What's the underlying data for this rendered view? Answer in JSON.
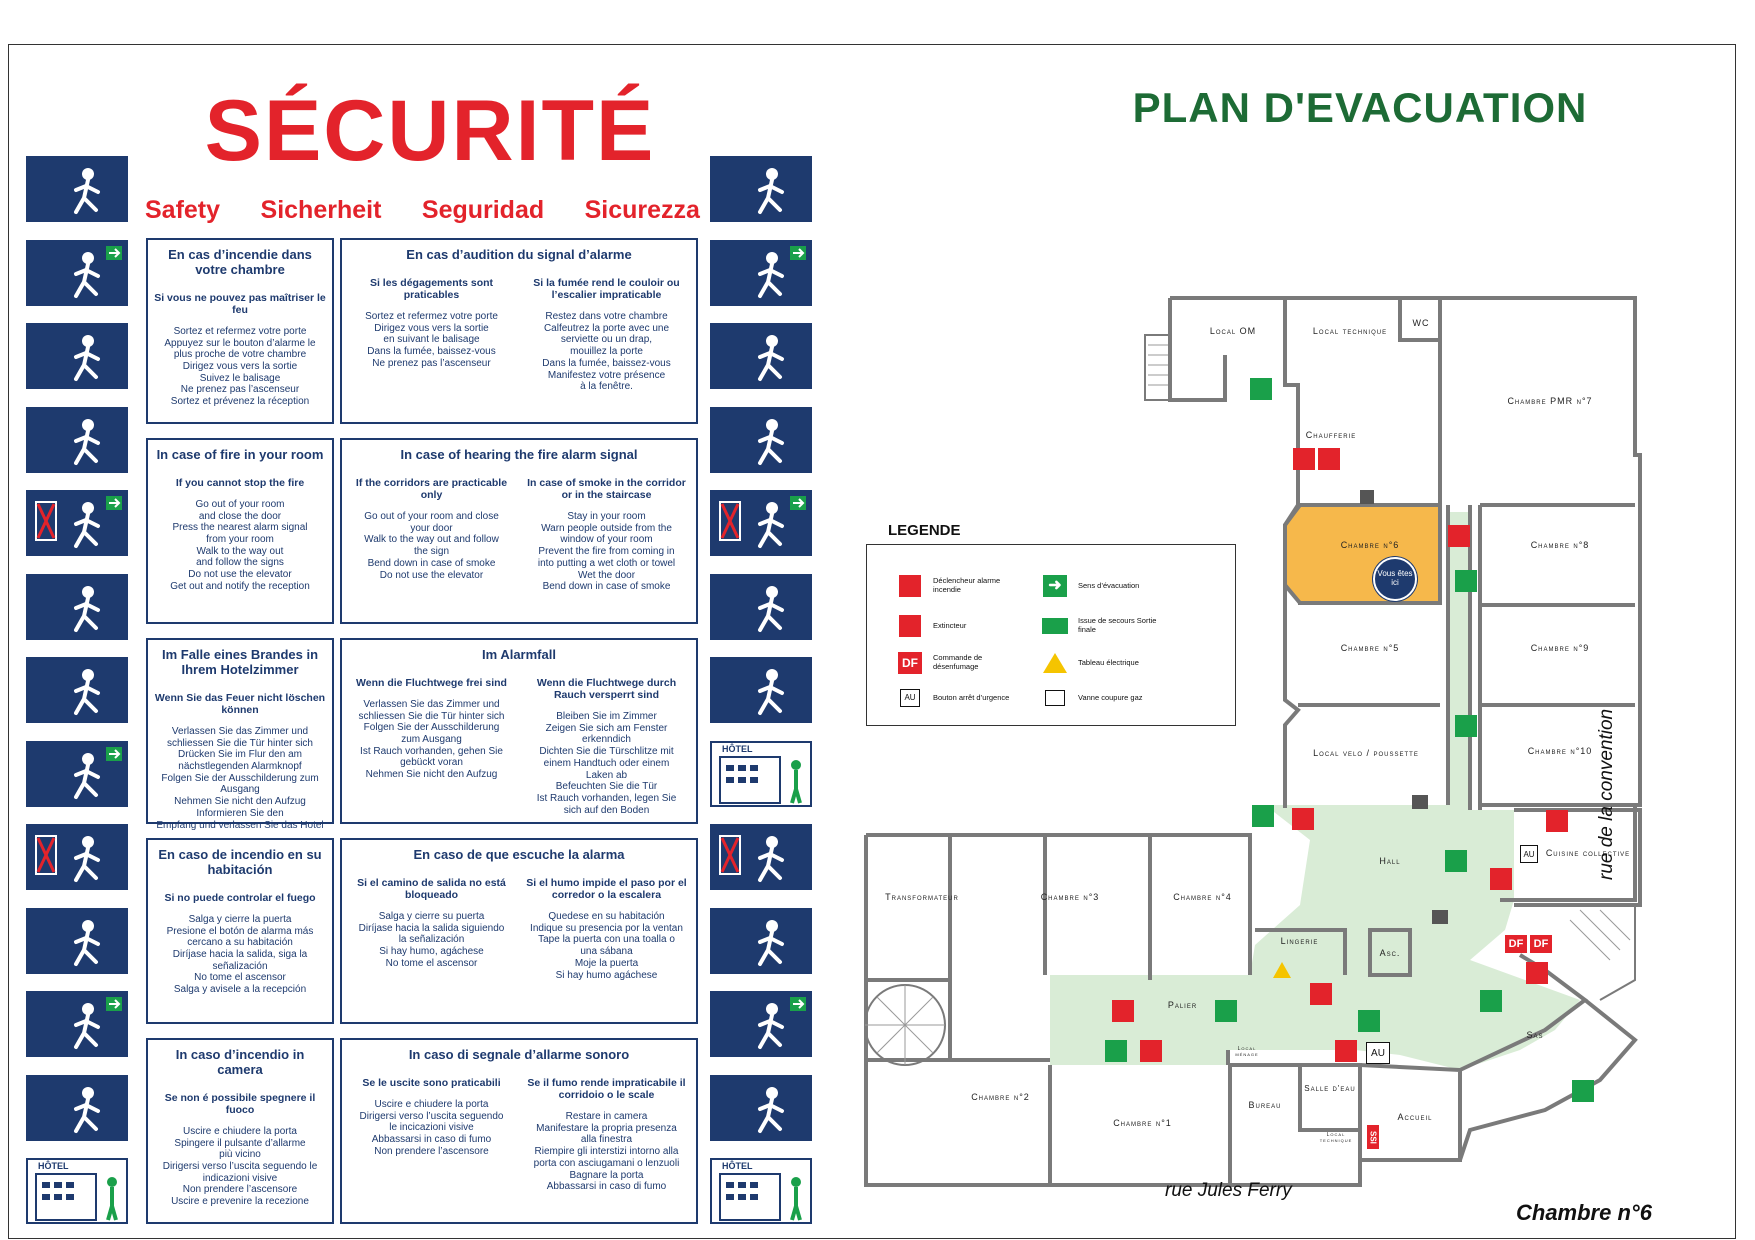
{
  "poster": {
    "title": "SÉCURITÉ",
    "languages": [
      "Safety",
      "Sicherheit",
      "Seguridad",
      "Sicurezza"
    ],
    "panels": [
      {
        "fire_title": "En cas d’incendie\ndans votre chambre",
        "fire_sub": "Si vous ne pouvez pas\nmaîtriser le feu",
        "fire_text": "Sortez et refermez votre porte\nAppuyez sur le bouton d’alarme le\nplus proche de votre chambre\nDirigez vous vers la sortie\nSuivez le balisage\nNe prenez pas l’ascenseur\nSortez et prévenez la réception",
        "alarm_title": "En cas d’audition du signal d’alarme",
        "col1_sub": "Si les dégagements\nsont praticables",
        "col1_text": "Sortez et refermez votre porte\nDirigez vous vers la sortie\nen suivant le balisage\nDans la fumée, baissez-vous\nNe prenez pas l’ascenseur",
        "col2_sub": "Si la fumée rend le couloir\nou l’escalier impraticable",
        "col2_text": "Restez dans votre chambre\nCalfeutrez la porte avec une\nserviette ou un drap,\nmouillez la porte\nDans la fumée, baissez-vous\nManifestez votre présence\nà la fenêtre."
      },
      {
        "fire_title": "In case of fire in your\nroom",
        "fire_sub": "If you cannot stop the fire",
        "fire_text": "Go out of your room\nand close the door\nPress the nearest alarm signal\nfrom your room\nWalk to the way out\nand follow the signs\nDo not use the elevator\nGet out and notify the reception",
        "alarm_title": "In case of hearing the fire alarm signal",
        "col1_sub": "If the corridors are\npracticable only",
        "col1_text": "Go out of your room and close\nyour door\nWalk to the way out and follow\nthe sign\nBend down in case of smoke\nDo not use the elevator",
        "col2_sub": "In case of smoke in the\ncorridor or in the staircase",
        "col2_text": "Stay in your room\nWarn people outside from the\nwindow of your room\nPrevent the fire from coming in\ninto putting a wet cloth or towel\nWet the door\nBend down in case of smoke"
      },
      {
        "fire_title": "Im Falle eines Brandes\nin Ihrem Hotelzimmer",
        "fire_sub": "Wenn Sie das Feuer nicht\nlöschen können",
        "fire_text": "Verlassen Sie das Zimmer und\nschliessen Sie die Tür hinter sich\nDrücken Sie im Flur den am\nnächstlegenden Alarmknopf\nFolgen Sie der Ausschilderung zum\nAusgang\nNehmen Sie nicht den Aufzug\nInformieren Sie den\nEmpfang und verlassen Sie das Hotel",
        "alarm_title": "Im Alarmfall",
        "col1_sub": "Wenn die Fluchtwege\nfrei sind",
        "col1_text": "Verlassen Sie das Zimmer und\nschliessen Sie die Tür hinter sich\nFolgen Sie der Ausschilderung\nzum Ausgang\nIst Rauch vorhanden, gehen Sie\ngebückt voran\nNehmen Sie nicht den Aufzug",
        "col2_sub": "Wenn die Fluchtwege durch\nRauch versperrt sind",
        "col2_text": "Bleiben Sie im Zimmer\nZeigen Sie sich am Fenster\nerkenndich\nDichten Sie die Türschlitze mit\neinem Handtuch oder einem\nLaken ab\nBefeuchten Sie die Tür\nIst Rauch vorhanden, legen Sie\nsich auf den Boden"
      },
      {
        "fire_title": "En caso de incendio en\nsu habitación",
        "fire_sub": "Si no puede controlar el fuego",
        "fire_text": "Salga y cierre la puerta\nPresione el botón de alarma más\ncercano a su habitación\nDiríjase hacia la salida, siga la\nseñalización\nNo tome el ascensor\nSalga y avisele a la recepción",
        "alarm_title": "En caso de que escuche la alarma",
        "col1_sub": "Si el camino de salida no\nestá bloqueado",
        "col1_text": "Salga y cierre su puerta\nDiríjase hacia la salida siguiendo\nla señalización\nSi hay humo, agáchese\nNo tome el ascensor",
        "col2_sub": "Si el humo impide el paso\npor el corredor o la escalera",
        "col2_text": "Quedese en su habitación\nIndique su presencia por la ventan\nTape la puerta con una toalla o\nuna sábana\nMoje la puerta\nSi hay humo agáchese"
      },
      {
        "fire_title": "In caso\nd’incendio in camera",
        "fire_sub": "Se non é possibile spegnere\nil fuoco",
        "fire_text": "Uscire e chiudere la porta\nSpingere il pulsante d’allarme\npiù vicino\nDirigersi verso l’uscita seguendo le\nindicazioni visive\nNon prendere l’ascensore\nUscire e prevenire la recezione",
        "alarm_title": "In caso di segnale d’allarme sonoro",
        "col1_sub": "Se le uscite sono\npraticabili",
        "col1_text": "Uscire e chiudere la porta\nDirigersi verso l’uscita seguendo\nle incicazioni visive\nAbbassarsi in caso di fumo\nNon prendere l’ascensore",
        "col2_sub": "Se il fumo rende impraticabile\nil corridoio o le scale",
        "col2_text": "Restare in camera\nManifestare la propria presenza\nalla finestra\nRiempire gli interstizi intorno alla\nporta con asciugamani o lenzuoli\nBagnare la porta\nAbbassarsi in caso di fumo"
      }
    ],
    "icon_labels": {
      "hotel": "HÔTEL"
    }
  },
  "plan": {
    "title": "PLAN D'EVACUATION",
    "legend_title": "LEGENDE",
    "legend": [
      {
        "key": "alarm",
        "label": "Déclencheur alarme incendie"
      },
      {
        "key": "exit_dir",
        "label": "Sens d’évacuation"
      },
      {
        "key": "extinguisher",
        "label": "Extincteur"
      },
      {
        "key": "exit",
        "label": "Issue de secours Sortie finale"
      },
      {
        "key": "df",
        "label": "Commande de désenfumage",
        "symbol": "DF"
      },
      {
        "key": "elec",
        "label": "Tableau électrique"
      },
      {
        "key": "au",
        "label": "Bouton arrêt d’urgence",
        "symbol": "AU"
      },
      {
        "key": "gas",
        "label": "Vanne coupure gaz"
      }
    ],
    "rooms": {
      "local_om": "Local OM",
      "local_technique": "Local technique",
      "wc": "WC",
      "chaufferie": "Chaufferie",
      "chambre_pmr7": "Chambre PMR n°7",
      "chambre6": "Chambre n°6",
      "chambre8": "Chambre n°8",
      "chambre5": "Chambre n°5",
      "chambre9": "Chambre n°9",
      "local_velo": "Local velo / poussette",
      "chambre10": "Chambre n°10",
      "hall": "Hall",
      "cuisine": "Cuisine collective",
      "transformateur": "Transformateur",
      "chambre3": "Chambre n°3",
      "chambre4": "Chambre n°4",
      "lingerie": "Lingerie",
      "asc": "Asc.",
      "palier": "Palier",
      "sas": "Sas",
      "chambre2": "Chambre n°2",
      "chambre1": "Chambre n°1",
      "local_menage": "Local ménage",
      "bureau": "Bureau",
      "salle_eau": "Salle d'eau",
      "local_tech2": "Local technique",
      "accueil": "Accueil"
    },
    "you_are_here": "Vous êtes ici",
    "ssi": "SSI",
    "street_bottom": "rue Jules Ferry",
    "street_right": "rue de la convention",
    "room_caption": "Chambre n°6",
    "colors": {
      "corridor": "#d9ecd6",
      "highlight": "#f6b84b",
      "red": "#e3232b",
      "green": "#1aa04a",
      "navy": "#1e3a6e"
    }
  }
}
